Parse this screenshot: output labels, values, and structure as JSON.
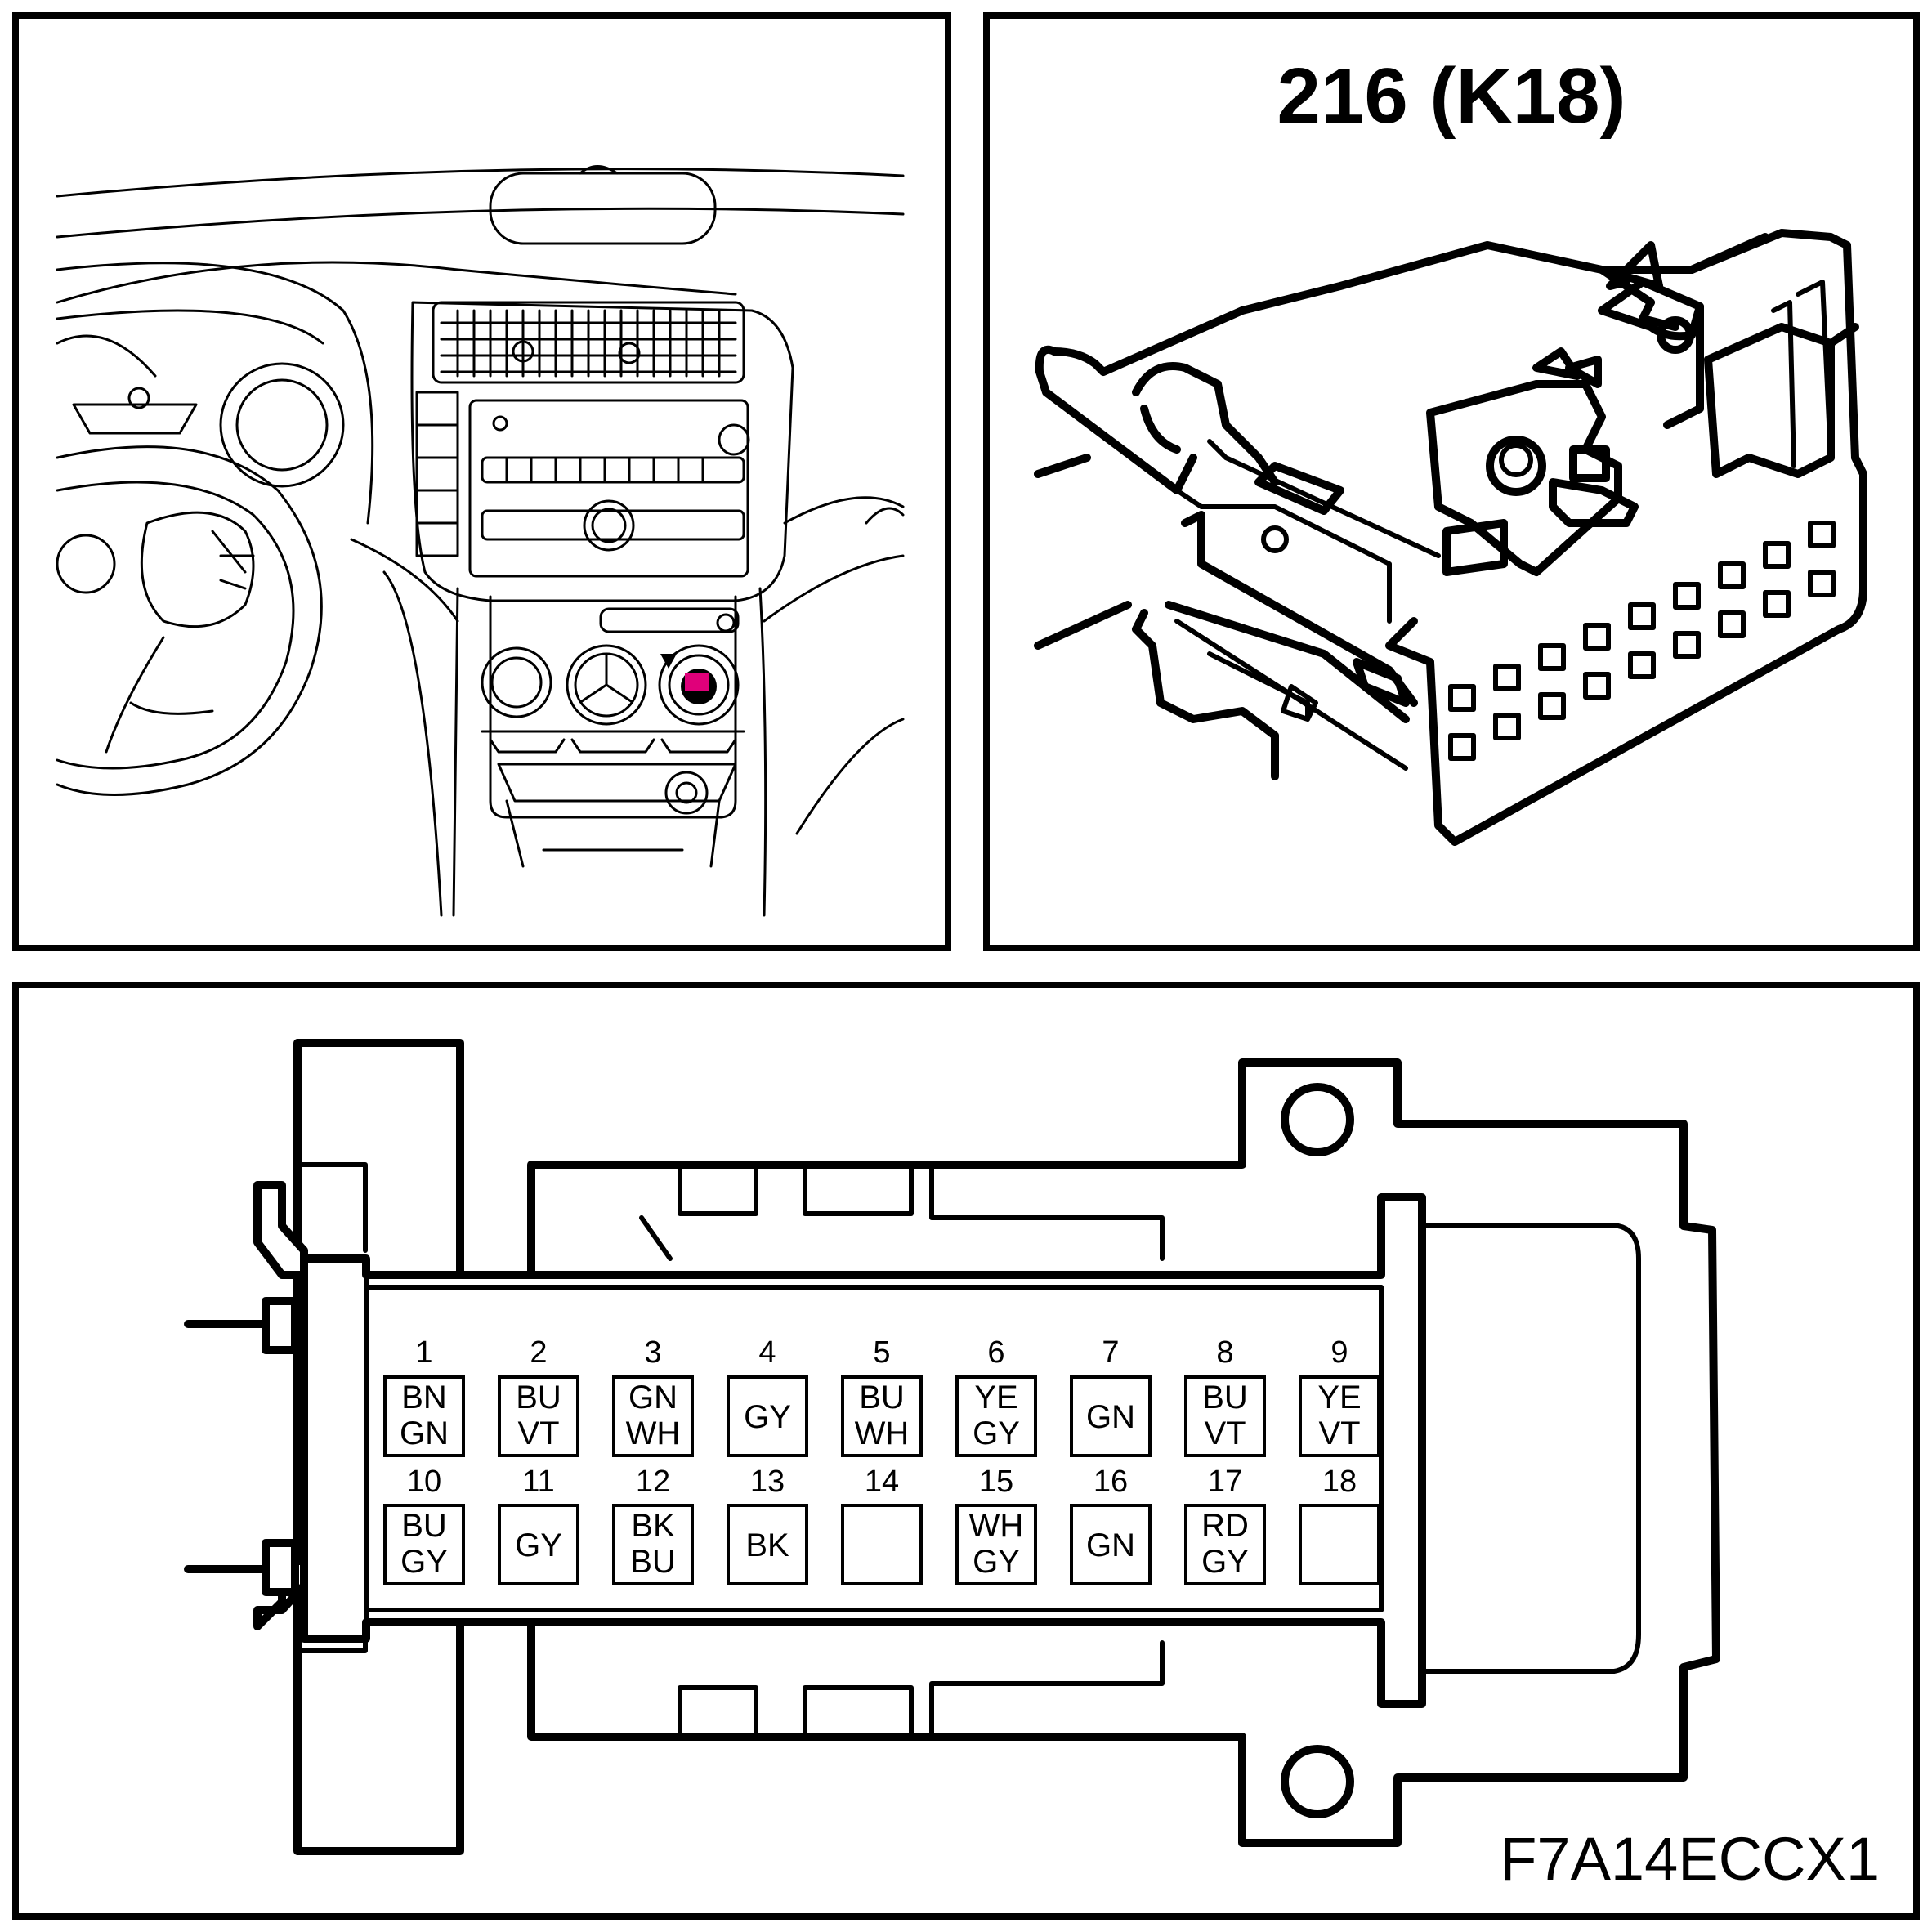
{
  "connector": {
    "title": "216 (K18)",
    "figure_code": "F7A14ECCX1"
  },
  "pins": [
    {
      "num": "1",
      "wire": [
        "BN",
        "GN"
      ]
    },
    {
      "num": "2",
      "wire": [
        "BU",
        "VT"
      ]
    },
    {
      "num": "3",
      "wire": [
        "GN",
        "WH"
      ]
    },
    {
      "num": "4",
      "wire": [
        "GY"
      ]
    },
    {
      "num": "5",
      "wire": [
        "BU",
        "WH"
      ]
    },
    {
      "num": "6",
      "wire": [
        "YE",
        "GY"
      ]
    },
    {
      "num": "7",
      "wire": [
        "GN"
      ]
    },
    {
      "num": "8",
      "wire": [
        "BU",
        "VT"
      ]
    },
    {
      "num": "9",
      "wire": [
        "YE",
        "VT"
      ]
    },
    {
      "num": "10",
      "wire": [
        "BU",
        "GY"
      ]
    },
    {
      "num": "11",
      "wire": [
        "GY"
      ]
    },
    {
      "num": "12",
      "wire": [
        "BK",
        "BU"
      ]
    },
    {
      "num": "13",
      "wire": [
        "BK"
      ]
    },
    {
      "num": "14",
      "wire": []
    },
    {
      "num": "15",
      "wire": [
        "WH",
        "GY"
      ]
    },
    {
      "num": "16",
      "wire": [
        "GN"
      ]
    },
    {
      "num": "17",
      "wire": [
        "RD",
        "GY"
      ]
    },
    {
      "num": "18",
      "wire": []
    }
  ],
  "colors": {
    "location_marker": "#e0007a"
  }
}
